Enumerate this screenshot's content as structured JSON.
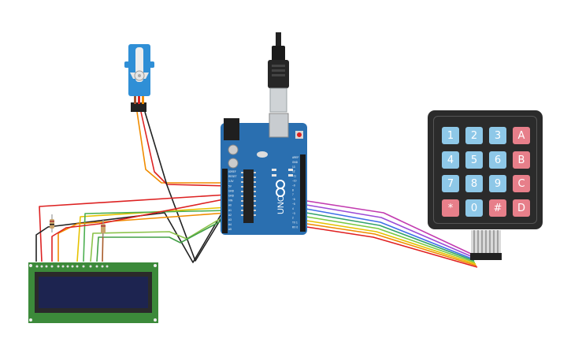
{
  "arduino": {
    "uno_label": "UNO",
    "pin_labels_left": [
      "IOREF",
      "RESET",
      "3.3V",
      "5V",
      "GND",
      "GND",
      "VIN",
      "A0",
      "A1",
      "A2",
      "A3",
      "A4",
      "A5"
    ],
    "pin_labels_right": [
      "AREF",
      "GND",
      "13",
      "12",
      "~11",
      "~10",
      "~9",
      "8",
      "7",
      "~6",
      "~5",
      "4",
      "~3",
      "2",
      "TX 1",
      "RX 0"
    ]
  },
  "keypad": {
    "keys": [
      [
        "1",
        "2",
        "3",
        "A"
      ],
      [
        "4",
        "5",
        "6",
        "B"
      ],
      [
        "7",
        "8",
        "9",
        "C"
      ],
      [
        "*",
        "0",
        "#",
        "D"
      ]
    ]
  },
  "lcd": {
    "line1": "",
    "line2": ""
  },
  "colors": {
    "board": "#2a6fb0",
    "keypad_num": "#8ec8e8",
    "keypad_letter": "#e77f8a",
    "lcd_pcb": "#3c8a3a",
    "lcd_screen": "#1d2450",
    "servo": "#2f8fd6"
  }
}
